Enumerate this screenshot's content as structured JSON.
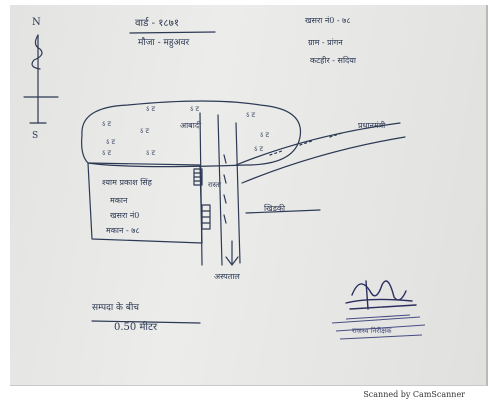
{
  "header": {
    "title": "वार्ड - १८७१",
    "subtitle": "मौजा - महुअवर"
  },
  "top_right": {
    "line1": "खसरा नं0 - ७८",
    "line2": "ग्राम - प्रांगन",
    "line3": "कटहीर - सदिया"
  },
  "compass": {
    "north": "N",
    "south": "S"
  },
  "map": {
    "ditto_marks": [
      "ऽ ट",
      "ऽ ट",
      "ऽ ट",
      "ऽ ट",
      "ऽ ट",
      "ऽ ट",
      "ऽ ट",
      "ऽ ट",
      "ऽ ट",
      "ऽ ट"
    ],
    "top_label": "आबादी",
    "right_road_label": "प्रधानमंत्री",
    "plot_label_1": "श्याम प्रकाश सिंह",
    "plot_label_2": "मकान",
    "plot_label_3": "खसरा नं0",
    "plot_label_4": "मकान - ७८",
    "center_label": "रास्ता",
    "right_mid_label": "खिड़की",
    "bottom_label": "अस्पताल"
  },
  "note": {
    "line1": "सम्पदा के बीच",
    "line2": "0.50 मीटर"
  },
  "signature": {
    "stamp_text": "राजस्व निरीक्षक"
  },
  "footer": "Scanned by CamScanner"
}
